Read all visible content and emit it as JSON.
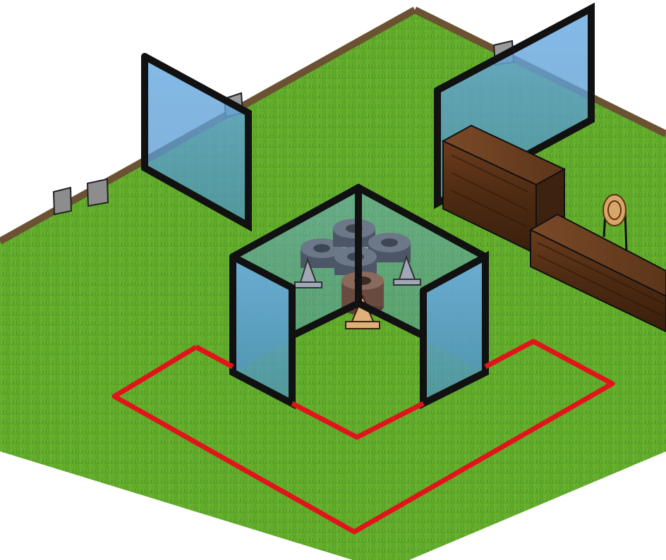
{
  "scene": {
    "type": "isometric-level-editor",
    "colors": {
      "grass": "#5ea82a",
      "grass_light": "#7cc43a",
      "fence": "#6b5233",
      "glass_fill": "#5fa0d6",
      "glass_stroke": "#111111",
      "placement_outline": "#e0141a",
      "crate_wood": "#5a3418",
      "tire": "#555a66",
      "tire_highlight": "#7d6255",
      "target": "#d9a66a"
    },
    "objects": [
      {
        "name": "glass-panel",
        "count": 4
      },
      {
        "name": "glass-enclosure",
        "count": 1
      },
      {
        "name": "wooden-crate",
        "count": 2
      },
      {
        "name": "tire-stack",
        "count": 5
      },
      {
        "name": "traffic-cone",
        "count": 3
      },
      {
        "name": "target-stand",
        "count": 1
      },
      {
        "name": "wall-block",
        "count": 4
      }
    ],
    "placement_outline_visible": true,
    "selected_object": "tire-stack-brown"
  }
}
